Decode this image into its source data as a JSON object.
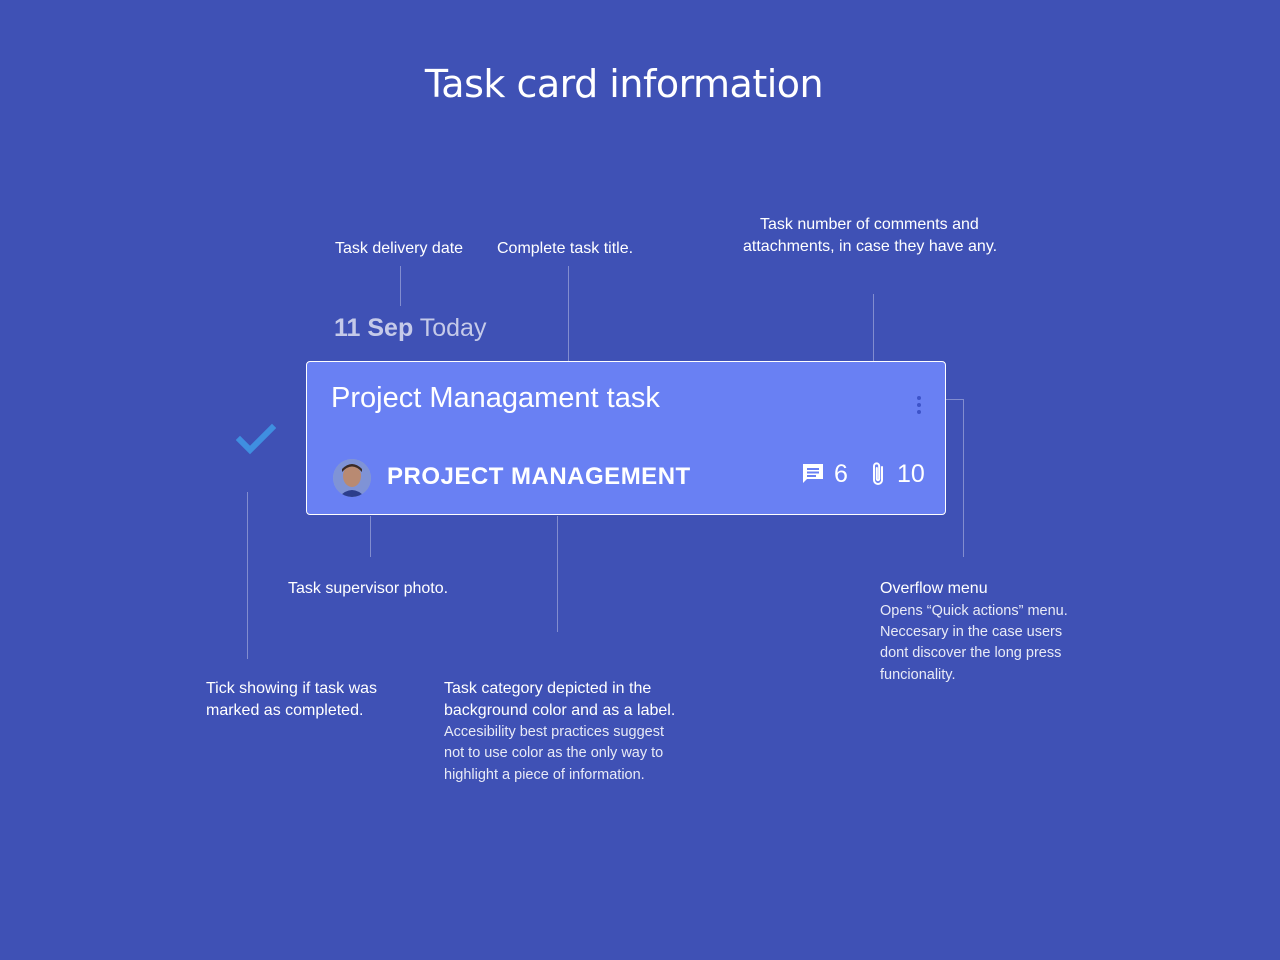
{
  "page": {
    "title": "Task card information"
  },
  "annotations": {
    "delivery_date": "Task delivery date",
    "task_title": "Complete task title.",
    "counts_line1": "Task number of comments and",
    "counts_line2": "attachments, in case they have any.",
    "supervisor_photo": "Task supervisor photo.",
    "overflow_title": "Overflow menu",
    "overflow_line1": "Opens “Quick actions” menu.",
    "overflow_line2": "Neccesary in the case users",
    "overflow_line3": "dont discover the long press",
    "overflow_line4": "funcionality.",
    "tick_line1": "Tick showing if task was",
    "tick_line2": "marked as completed.",
    "category_line1": "Task category depicted in the",
    "category_line2": "background color and as a label.",
    "category_line3": "Accesibility best practices suggest",
    "category_line4": "not to use color as the only way to",
    "category_line5": "highlight a piece of information."
  },
  "date_row": {
    "date": "11 Sep",
    "relative": "Today"
  },
  "card": {
    "title": "Project Managament task",
    "category": "PROJECT MANAGEMENT",
    "comments_count": "6",
    "attachments_count": "10",
    "background_color": "#6980f3",
    "overflow_icon": "more-vert-icon",
    "comment_icon": "comment-icon",
    "attachment_icon": "paperclip-icon"
  },
  "colors": {
    "background": "#3f51b5",
    "tick": "#3f8fe0"
  }
}
